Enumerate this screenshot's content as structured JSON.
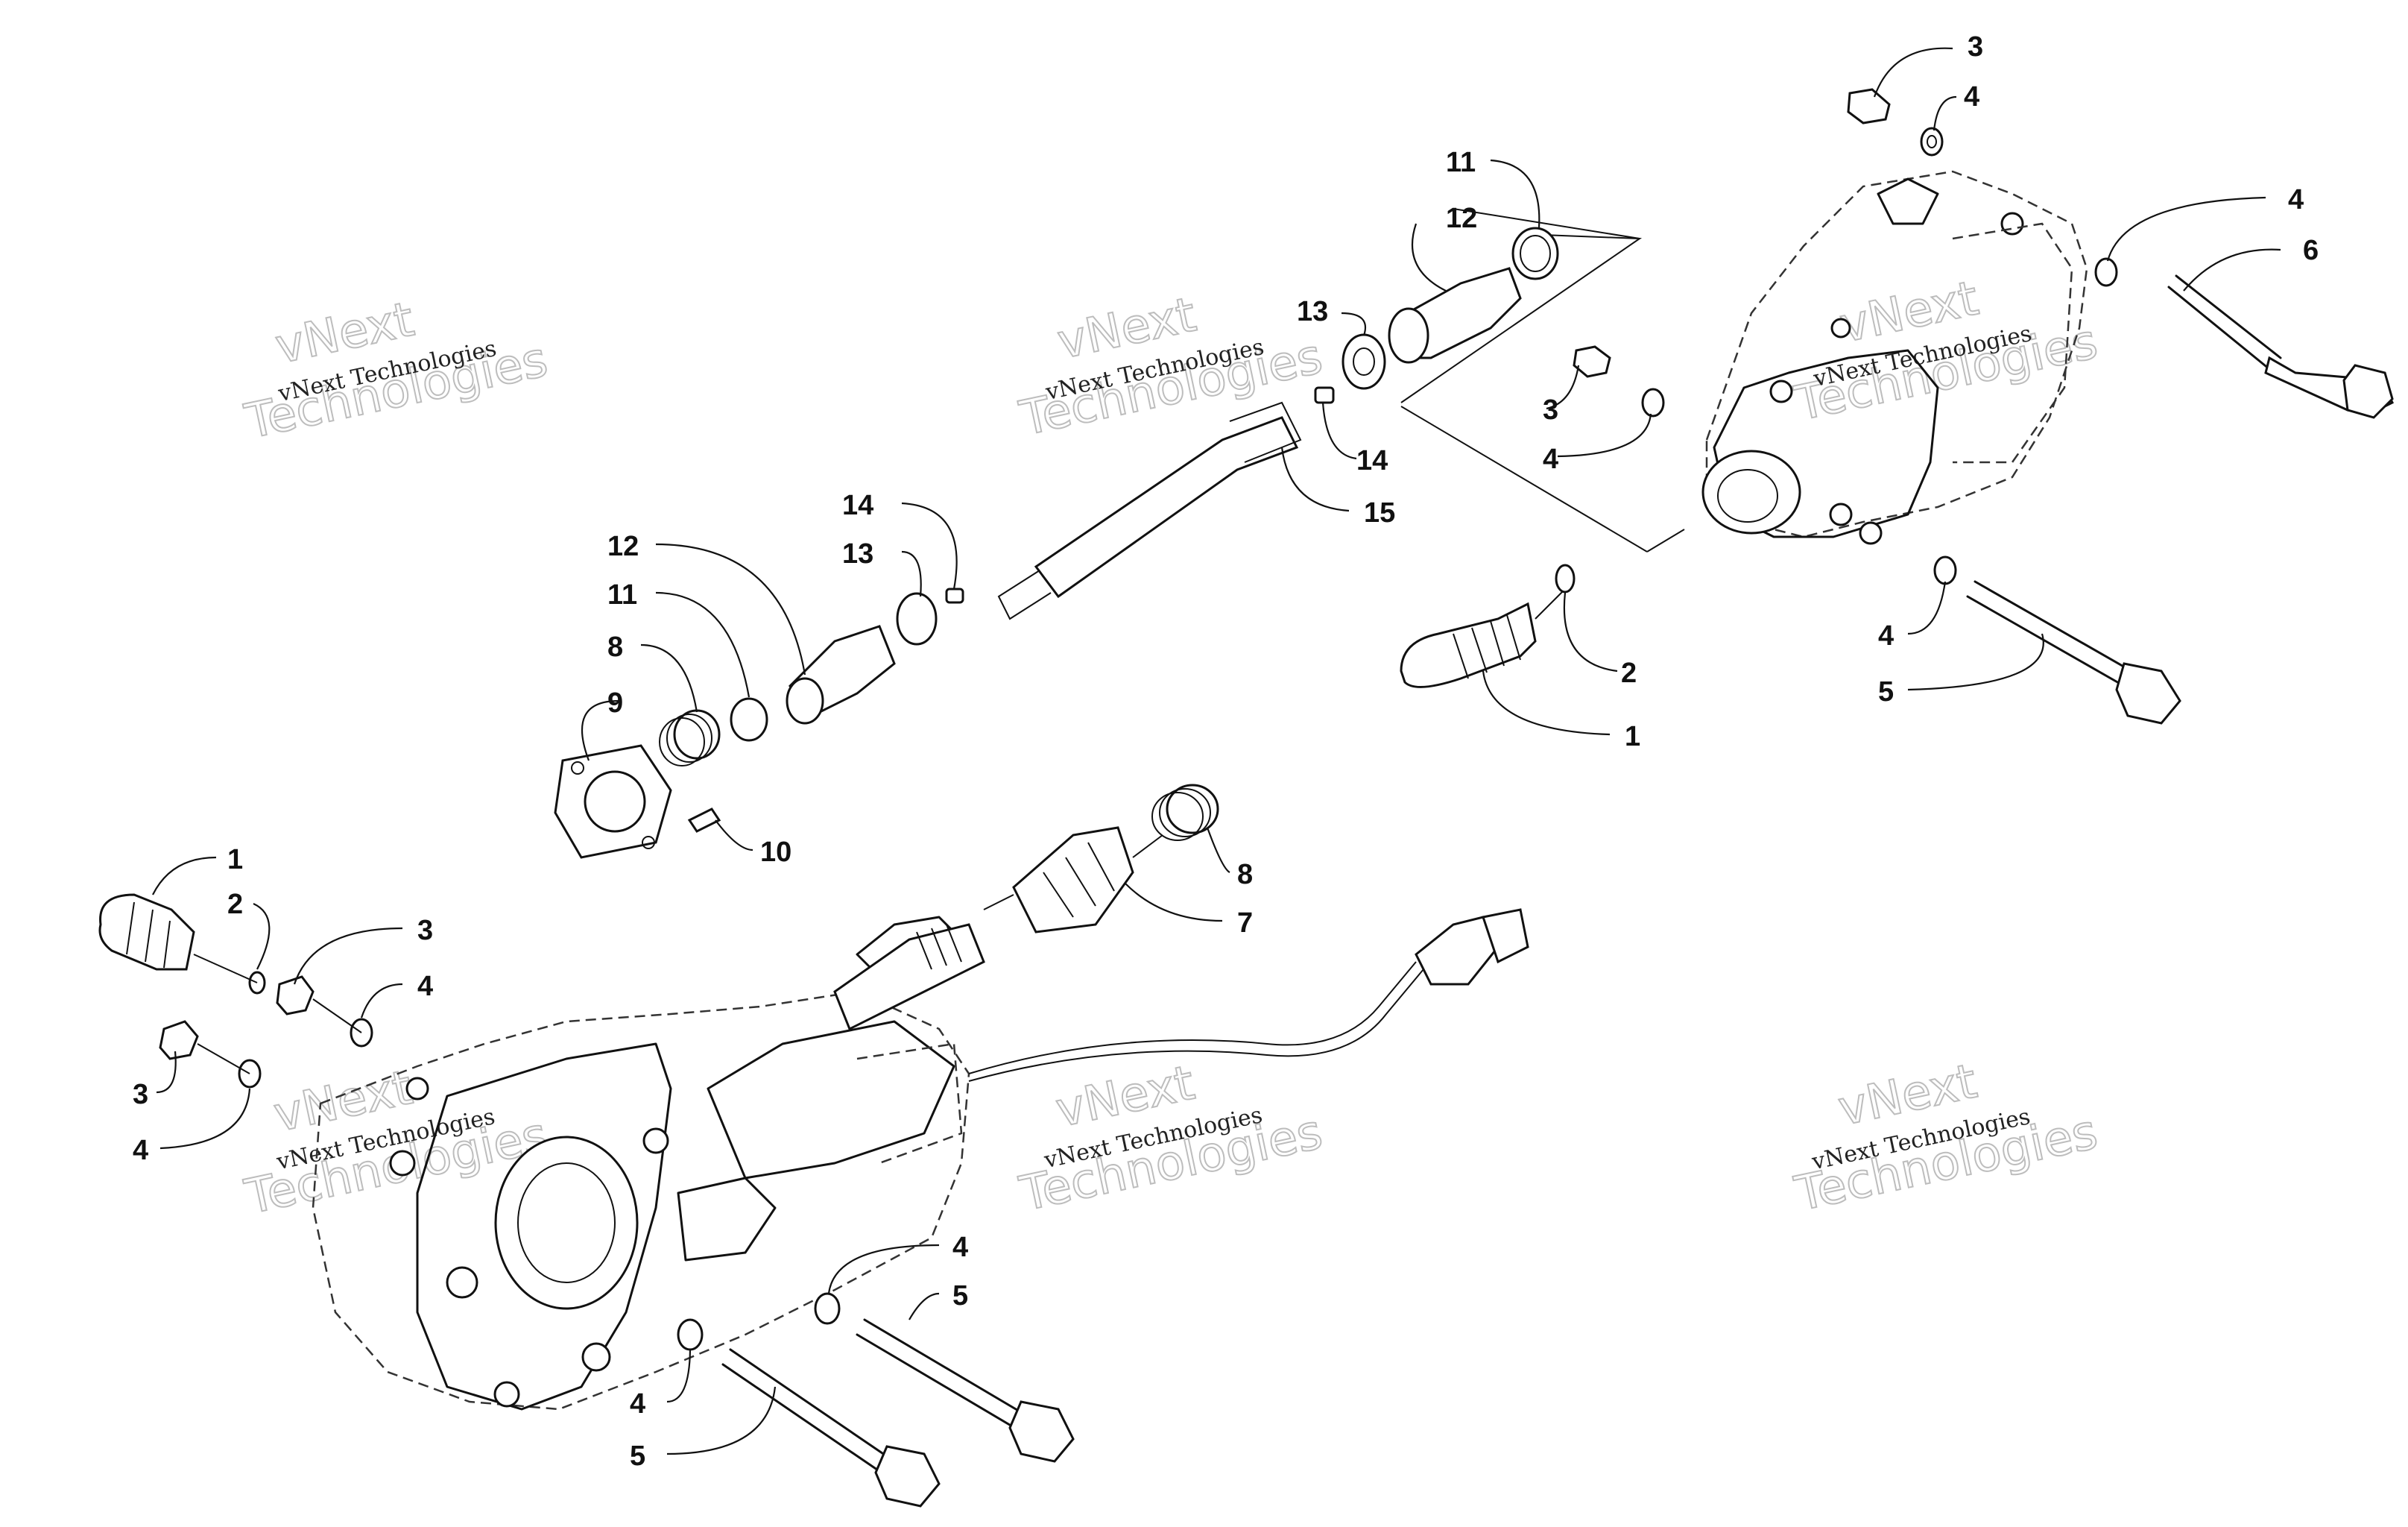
{
  "watermark": {
    "line1": "vNext",
    "line2": "vNext Technologies",
    "line3": "Technologies"
  },
  "callouts": {
    "c1": "1",
    "c2": "2",
    "c3": "3",
    "c4": "4",
    "c5": "5",
    "c6": "6",
    "c7": "7",
    "c8": "8",
    "c9": "9",
    "c10": "10",
    "c11": "11",
    "c12": "12",
    "c13": "13",
    "c14": "14",
    "c15": "15"
  }
}
